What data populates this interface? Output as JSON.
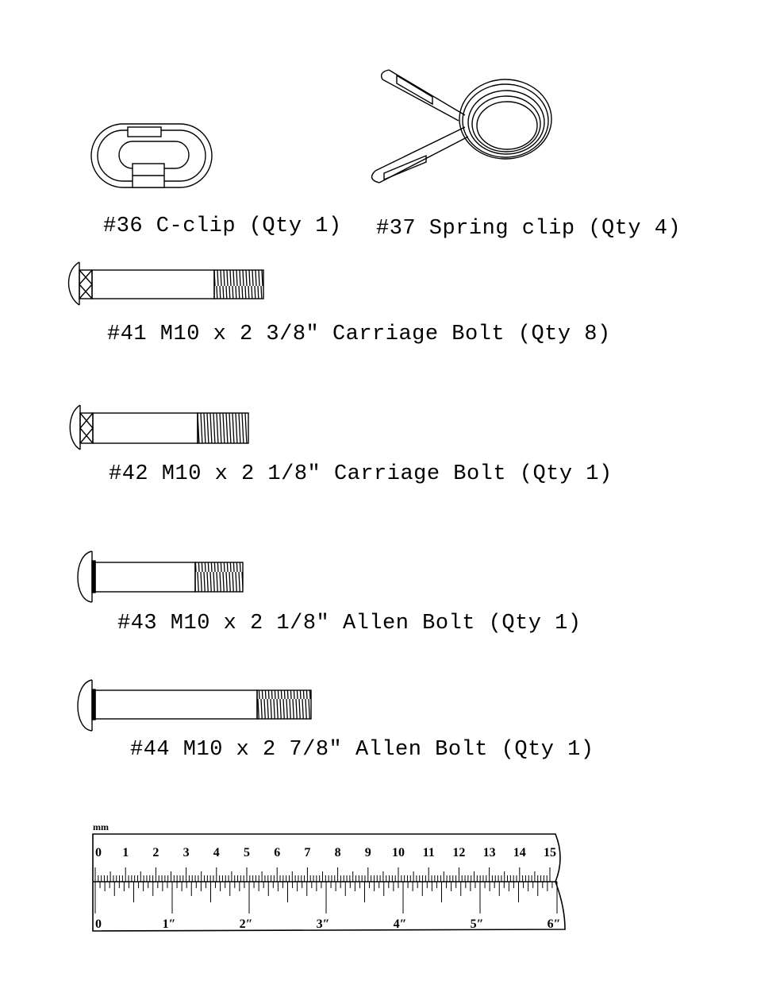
{
  "parts": [
    {
      "id": "c-clip",
      "label": "#36 C-clip (Qty 1)"
    },
    {
      "id": "spring-clip",
      "label": "#37 Spring clip (Qty 4)"
    },
    {
      "id": "bolt-41",
      "label": "#41 M10 x 2 3/8″ Carriage Bolt (Qty 8)"
    },
    {
      "id": "bolt-42",
      "label": "#42 M10 x 2 1/8″ Carriage Bolt (Qty 1)"
    },
    {
      "id": "bolt-43",
      "label": "#43 M10 x 2 1/8″ Allen Bolt (Qty 1)"
    },
    {
      "id": "bolt-44",
      "label": "#44 M10 x 2 7/8″ Allen Bolt (Qty 1)"
    }
  ],
  "ruler": {
    "unit_label": "mm",
    "mm_labels": [
      "0",
      "1",
      "2",
      "3",
      "4",
      "5",
      "6",
      "7",
      "8",
      "9",
      "10",
      "11",
      "12",
      "13",
      "14",
      "15"
    ],
    "inch_labels": [
      "0",
      "1″",
      "2″",
      "3″",
      "4″",
      "5″",
      "6″"
    ]
  }
}
